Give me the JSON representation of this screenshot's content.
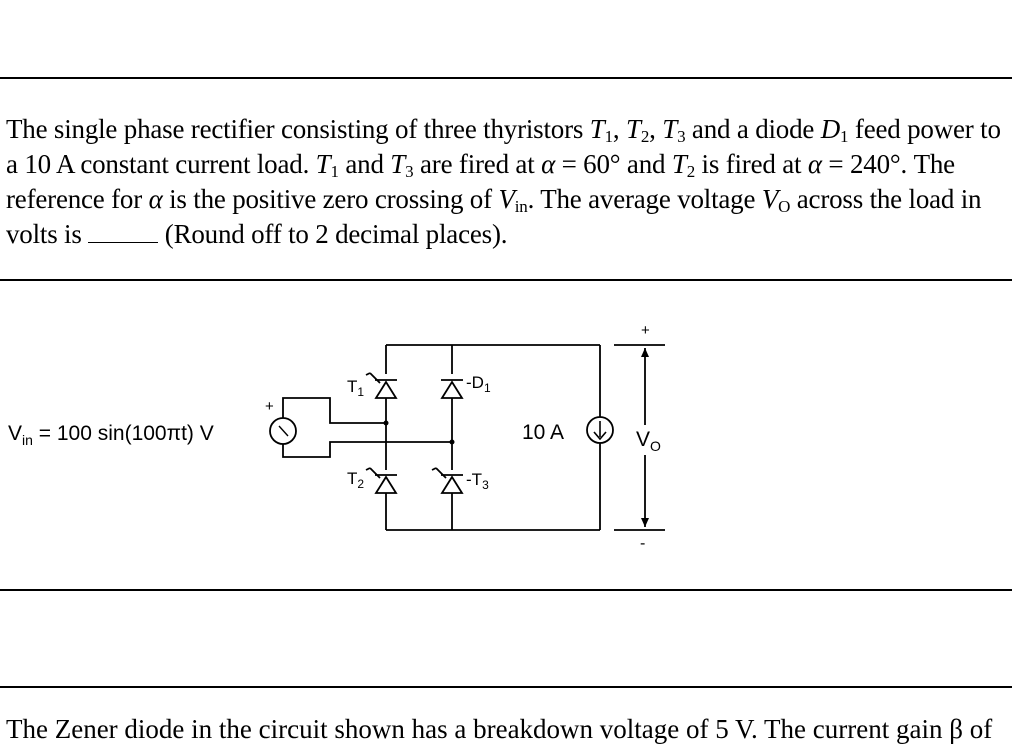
{
  "question": {
    "p1": "The single phase rectifier consisting of three thyristors ",
    "T1": "T",
    "T1s": "1",
    "c1": ", ",
    "T2": "T",
    "T2s": "2",
    "c2": ", ",
    "T3": "T",
    "T3s": "3",
    "p2": " and a diode ",
    "D1": "D",
    "D1s": "1",
    "p3": " feed power to a 10 A constant current load. ",
    "T1b": "T",
    "T1bs": "1",
    "p4": " and ",
    "T3b": "T",
    "T3bs": "3",
    "p5": " are fired at ",
    "alpha1": "α",
    "p6": " = 60° and ",
    "T2b": "T",
    "T2bs": "2",
    "p7": " is fired at ",
    "alpha2": "α",
    "p8": " = 240°. The reference for ",
    "alpha3": "α",
    "p9": " is the positive zero crossing of ",
    "Vin": "V",
    "Vins": "in",
    "p10": ". The average voltage ",
    "Vo": "V",
    "Vos": "O",
    "p11": " across the load in volts is ",
    "p12": " (Round off to 2 decimal places)."
  },
  "circuit": {
    "source_label": "V",
    "source_label_sub": "in",
    "source_expr": " = 100 sin(100πt) V",
    "source_plus": "+",
    "T1": "T",
    "T1_sub": "1",
    "T2": "T",
    "T2_sub": "2",
    "T3": "T",
    "T3_sub": "3",
    "D1": "D",
    "D1_sub": "1",
    "current_label": "10 A",
    "vo_label": "V",
    "vo_sub": "O",
    "plus": "+",
    "minus": "-"
  },
  "next_question_fragment": "The Zener diode in the circuit shown has a breakdown voltage of 5 V. The current gain β of"
}
